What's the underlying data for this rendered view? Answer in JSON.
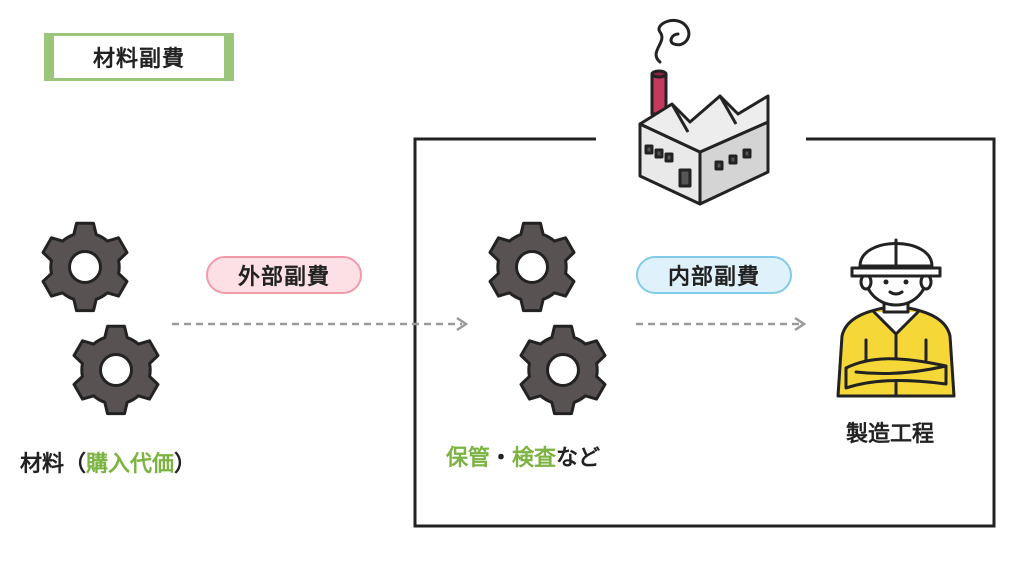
{
  "title": "材料副費",
  "external_cost": "外部副費",
  "internal_cost": "内部副費",
  "material_label": {
    "prefix": "材料（",
    "highlight": "購入代価",
    "suffix": "）"
  },
  "storage_label": {
    "part1": "保管",
    "separator": "・",
    "part2": "検査",
    "suffix": "など"
  },
  "process_label": "製造工程",
  "colors": {
    "accent_green": "#7cb342",
    "tag_green": "#9bc57a",
    "pink": "#f39aaa",
    "blue": "#82cbe8",
    "gear": "#585352",
    "worker_yellow": "#f5d837"
  }
}
